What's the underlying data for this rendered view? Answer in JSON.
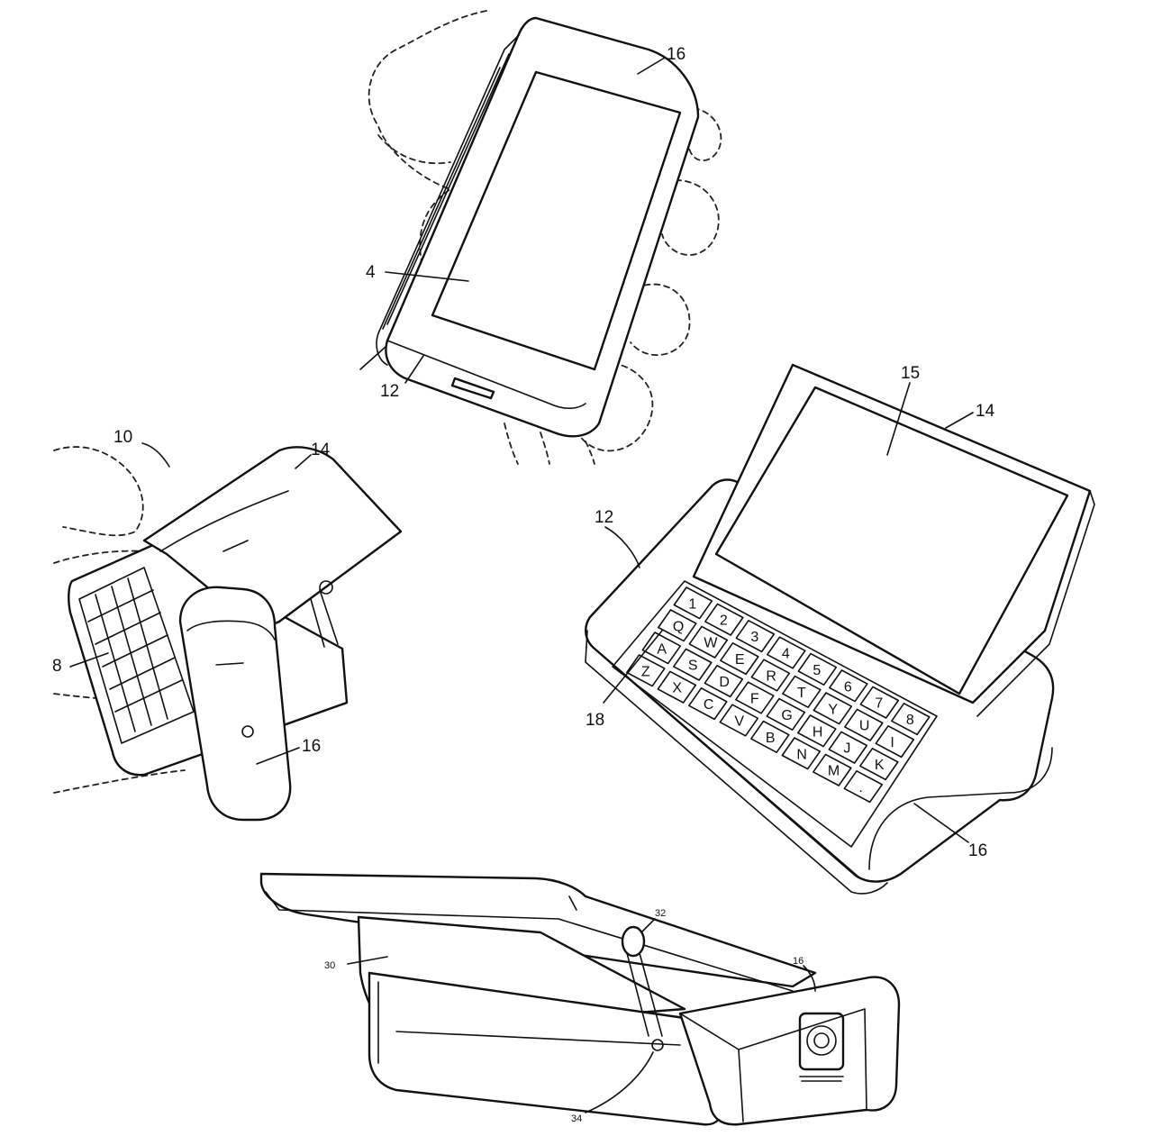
{
  "labels": {
    "fig1_top": "16",
    "fig1_display": "4",
    "fig1_bottom": "12",
    "fig2_device": "10",
    "fig2_top": "14",
    "fig2_side": "16",
    "fig2_left": "8",
    "fig3_display": "15",
    "fig3_top": "14",
    "fig3_left": "12",
    "fig3_keyboard": "18",
    "fig3_side": "16",
    "fig4_back": "30",
    "fig4_hinge": "32",
    "fig4_side": "16",
    "fig4_pivot": "34"
  },
  "keyboard": {
    "rows": [
      [
        "1",
        "2",
        "3",
        "4",
        "5",
        "6",
        "7",
        "8"
      ],
      [
        "Q",
        "W",
        "E",
        "R",
        "T",
        "Y",
        "U",
        "I"
      ],
      [
        "A",
        "S",
        "D",
        "F",
        "G",
        "H",
        "J",
        "K"
      ],
      [
        "Z",
        "X",
        "C",
        "V",
        "B",
        "N",
        "M",
        "."
      ]
    ]
  },
  "colors": {
    "ink": "#111111",
    "paper": "#ffffff"
  }
}
